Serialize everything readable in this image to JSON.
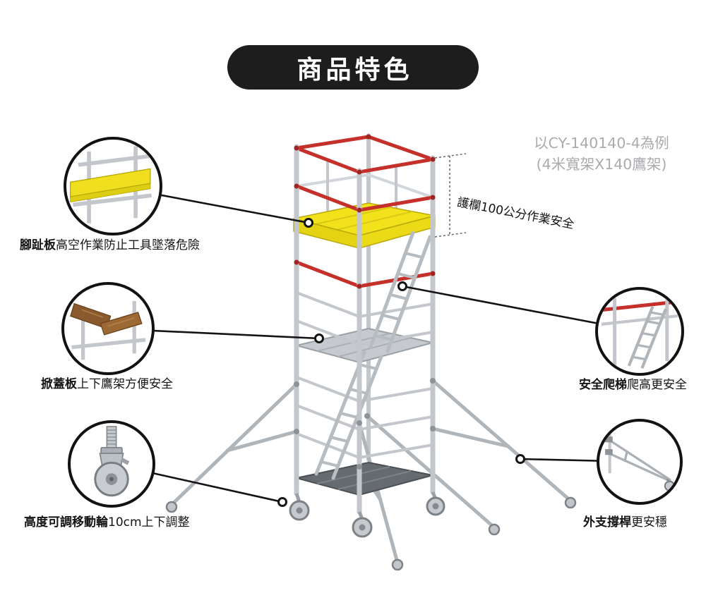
{
  "page": {
    "title_badge": "商品特色"
  },
  "model_note": {
    "line1": "以CY-140140-4為例",
    "line2": "(4米寬架X140鷹架)"
  },
  "guardrail_note": "護欄100公分作業安全",
  "callouts": [
    {
      "id": "toe-board",
      "bold": "腳趾板",
      "rest": "高空作業防止工具墜落危險"
    },
    {
      "id": "hatch-board",
      "bold": "掀蓋板",
      "rest": "上下鷹架方便安全"
    },
    {
      "id": "caster",
      "bold": "高度可調移動輪",
      "rest": "10cm上下調整"
    },
    {
      "id": "ladder",
      "bold": "安全爬梯",
      "rest": "爬高更安全"
    },
    {
      "id": "outrigger",
      "bold": "外支撐桿",
      "rest": "更安穩"
    }
  ],
  "colors": {
    "badge_bg": "#1d1d1d",
    "badge_text": "#ffffff",
    "note_gray": "#a9abae",
    "outline_black": "#121212",
    "accent_red": "#c5302a",
    "platform_yellow": "#f2e21c",
    "aluminum": "#c3c7cc",
    "wood_brown": "#8a5a2e"
  }
}
